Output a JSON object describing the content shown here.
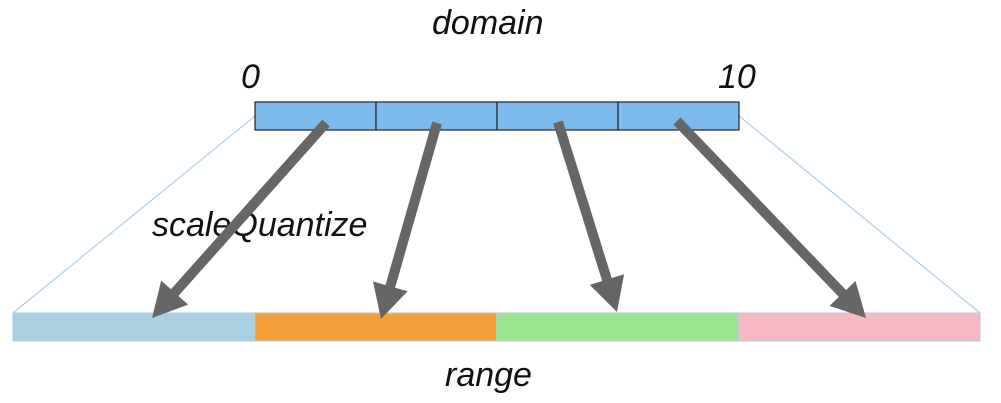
{
  "title": "domain",
  "domain": {
    "min": "0",
    "max": "10",
    "segments": 4,
    "color": "#7db9ea"
  },
  "scale_label": "scaleQuantize",
  "range": {
    "label": "range",
    "colors": [
      "#a9cfe1",
      "#f3a03c",
      "#9ae38f",
      "#f4b9c2"
    ]
  },
  "arrow_color": "#666666",
  "guide_line_color": "#a9d1ef"
}
